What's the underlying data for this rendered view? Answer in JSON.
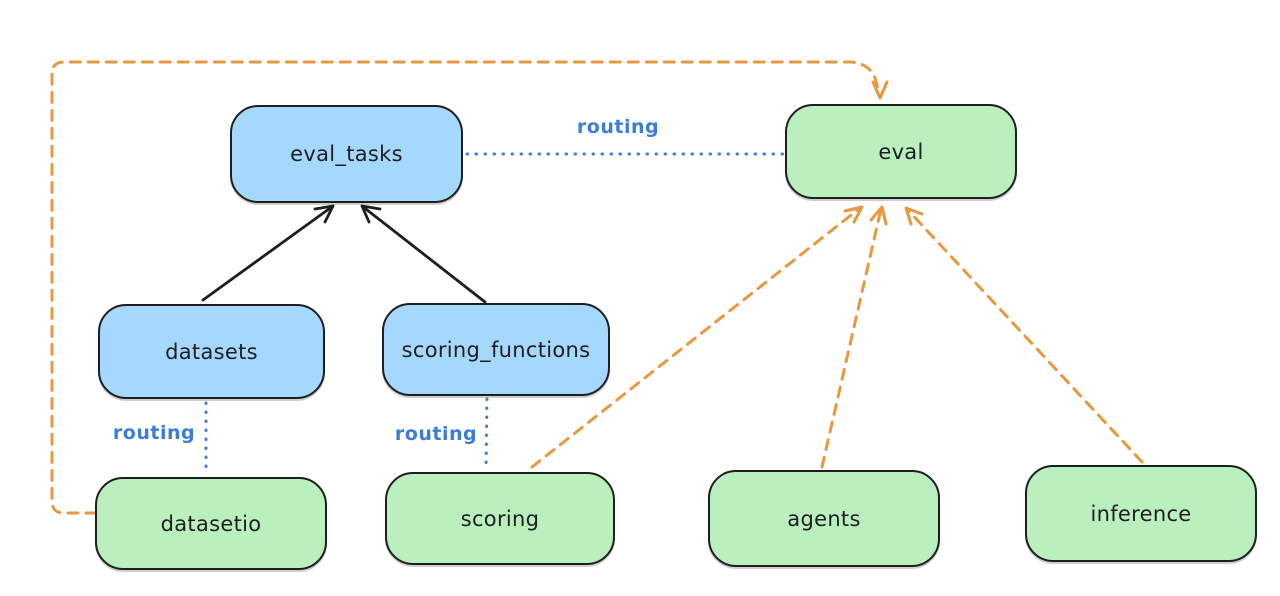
{
  "diagram": {
    "type": "flow-diagram",
    "background": "#ffffff",
    "nodes": {
      "eval_tasks": {
        "label": "eval_tasks",
        "fill": "#a5d8ff"
      },
      "eval": {
        "label": "eval",
        "fill": "#b9f0be"
      },
      "datasets": {
        "label": "datasets",
        "fill": "#a5d8ff"
      },
      "scoring_functions": {
        "label": "scoring_functions",
        "fill": "#a5d8ff"
      },
      "datasetio": {
        "label": "datasetio",
        "fill": "#b9f0be"
      },
      "scoring": {
        "label": "scoring",
        "fill": "#b9f0be"
      },
      "agents": {
        "label": "agents",
        "fill": "#b9f0be"
      },
      "inference": {
        "label": "inference",
        "fill": "#b9f0be"
      }
    },
    "edges": [
      {
        "from": "datasets",
        "to": "eval_tasks",
        "style": "solid",
        "color": "#1e1e1e",
        "arrow": true
      },
      {
        "from": "scoring_functions",
        "to": "eval_tasks",
        "style": "solid",
        "color": "#1e1e1e",
        "arrow": true
      },
      {
        "from": "eval_tasks",
        "to": "eval",
        "style": "dotted",
        "color": "#3b7dd8",
        "label": "routing"
      },
      {
        "from": "datasets",
        "to": "datasetio",
        "style": "dotted",
        "color": "#3b7dd8",
        "label": "routing"
      },
      {
        "from": "scoring_functions",
        "to": "scoring",
        "style": "dotted",
        "color": "#3b7dd8",
        "label": "routing"
      },
      {
        "from": "datasetio",
        "to": "eval",
        "style": "dashed",
        "color": "#e8983e",
        "arrow": true
      },
      {
        "from": "scoring",
        "to": "eval",
        "style": "dashed",
        "color": "#e8983e",
        "arrow": true
      },
      {
        "from": "agents",
        "to": "eval",
        "style": "dashed",
        "color": "#e8983e",
        "arrow": true
      },
      {
        "from": "inference",
        "to": "eval",
        "style": "dashed",
        "color": "#e8983e",
        "arrow": true
      }
    ],
    "colors": {
      "node_border": "#1e1e1e",
      "blue_node_fill": "#a5d8ff",
      "green_node_fill": "#b9f0be",
      "routing_blue": "#3b7dd8",
      "orange_dashed": "#e8983e",
      "solid_arrow_black": "#1e1e1e"
    }
  }
}
